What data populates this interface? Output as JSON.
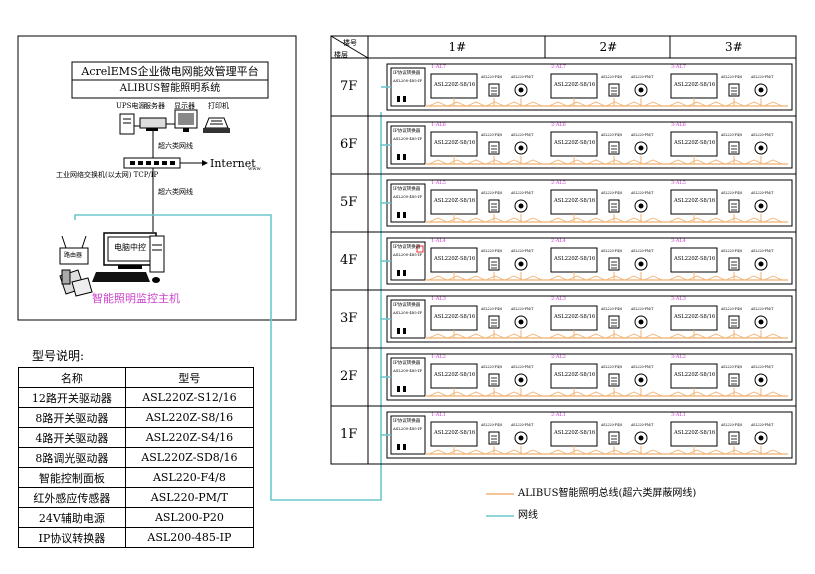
{
  "left_panel": {
    "title_main": "AcrelEMS企业微电网能效管理平台",
    "title_sub": "ALIBUS智能照明系统",
    "devices": {
      "ups": "UPS电源",
      "server": "服务器",
      "monitor": "显示器",
      "printer": "打印机"
    },
    "cable_upper": "超六类网线",
    "internet": "Internet",
    "switch_label": "工业网络交换机(以太网) TCP/IP",
    "cable_lower": "超六类网线",
    "pc_label": "电脑中控",
    "router_label": "路由器",
    "host_label": "智能照明监控主机",
    "internet_icon": "www"
  },
  "model_table": {
    "title": "型号说明:",
    "headers": [
      "名称",
      "型号"
    ],
    "rows": [
      [
        "12路开关驱动器",
        "ASL220Z-S12/16"
      ],
      [
        "8路开关驱动器",
        "ASL220Z-S8/16"
      ],
      [
        "4路开关驱动器",
        "ASL220Z-S4/16"
      ],
      [
        "8路调光驱动器",
        "ASL220Z-SD8/16"
      ],
      [
        "智能控制面板",
        "ASL220-F4/8"
      ],
      [
        "红外感应传感器",
        "ASL220-PM/T"
      ],
      [
        "24V辅助电源",
        "ASL200-P20"
      ],
      [
        "IP协议转换器",
        "ASL200-485-IP"
      ]
    ]
  },
  "building": {
    "corner_top": "楼号",
    "corner_bottom": "楼层",
    "columns": [
      "1#",
      "2#",
      "3#"
    ],
    "floors": [
      "7F",
      "6F",
      "5F",
      "4F",
      "3F",
      "2F",
      "1F"
    ],
    "converter_label": "IP协议转换器",
    "converter_model": "ASL200-485-IP",
    "driver_model": "ASL220Z-S8/16",
    "panel_model": "ASL220-F4/8",
    "sensor_model": "ASL220-PM/T",
    "cabinet_labels": {
      "7F": [
        "1-AL7",
        "2-AL7",
        "3-AL7"
      ],
      "6F": [
        "1-AL6",
        "2-AL6",
        "3-AL6"
      ],
      "5F": [
        "1-AL5",
        "2-AL5",
        "3-AL5"
      ],
      "4F": [
        "1-AL4",
        "2-AL4",
        "3-AL4"
      ],
      "3F": [
        "1-AL3",
        "2-AL3",
        "3-AL3"
      ],
      "2F": [
        "1-AL2",
        "2-AL2",
        "3-AL2"
      ],
      "1F": [
        "1-AL1",
        "2-AL1",
        "3-AL1"
      ]
    }
  },
  "legend": [
    {
      "label": "ALIBUS智能照明总线(超六类屏蔽网线)",
      "color": "#f0b070"
    },
    {
      "label": "网线",
      "color": "#6cc8cc"
    }
  ],
  "colors": {
    "bus": "#f0b070",
    "network": "#6cc8cc",
    "cabinet_label": "#cc44cc",
    "host_label": "#cc44cc",
    "highlight": "#e83030"
  }
}
